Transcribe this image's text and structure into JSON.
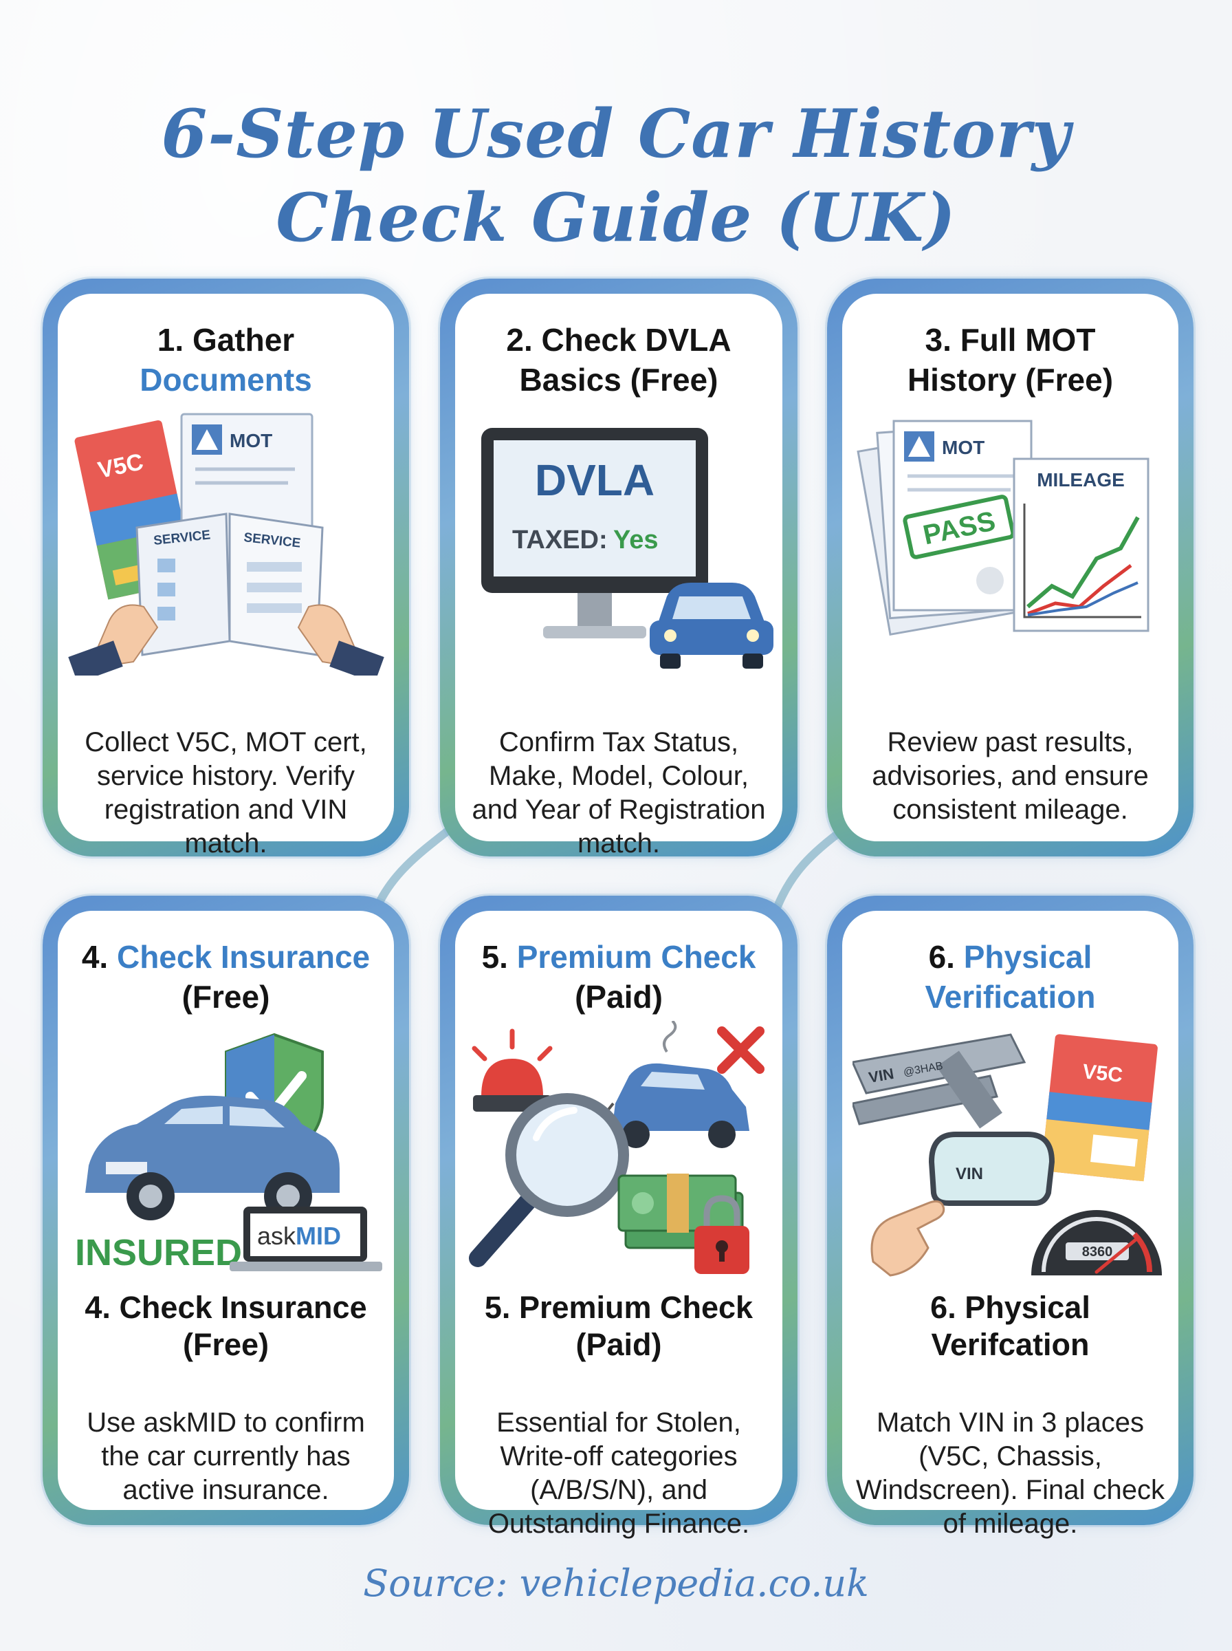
{
  "title": {
    "line1": "6-Step Used Car History",
    "line2": "Check Guide (UK)"
  },
  "steps": [
    {
      "number": "1.",
      "title_a": "Gather",
      "title_b": "Documents",
      "art": {
        "v5c": "V5C",
        "mot": "MOT",
        "service1": "SERVICE",
        "service2": "SERVICE"
      },
      "description": "Collect V5C, MOT cert, service history. Verify registration and VIN match."
    },
    {
      "number": "2.",
      "title_a": "Check DVLA",
      "title_b": "Basics (Free)",
      "art": {
        "screen_title": "DVLA",
        "taxed_label": "TAXED:",
        "taxed_value": "Yes"
      },
      "description": "Confirm Tax Status, Make, Model, Colour, and Year of Registration match."
    },
    {
      "number": "3.",
      "title_a": "Full MOT",
      "title_b": "History (Free)",
      "art": {
        "mot": "MOT",
        "stamp": "PASS",
        "chart": "MILEAGE"
      },
      "description": "Review past results, advisories, and ensure consistent mileage."
    },
    {
      "number": "4.",
      "title_a": "Check Insurance",
      "title_b": "(Free)",
      "art": {
        "insured": "INSURED",
        "ask": "ask",
        "mid": "MID"
      },
      "subtitle_a": "4. Check Insurance",
      "subtitle_b": "(Free)",
      "description": "Use askMID to confirm the car currently has active insurance."
    },
    {
      "number": "5.",
      "title_a": "Premium Check",
      "title_b": "(Paid)",
      "art": {},
      "subtitle_a": "5. Premium Check",
      "subtitle_b": "(Paid)",
      "description": "Essential for Stolen, Write-off categories (A/B/S/N), and Outstanding Finance."
    },
    {
      "number": "6.",
      "title_a": "Physical",
      "title_b": "Verification",
      "art": {
        "chassis_vin": "VIN",
        "chassis_code": "@3HAB",
        "screen_vin": "VIN",
        "v5c": "V5C",
        "odometer": "8360"
      },
      "subtitle_a": "6. Physical",
      "subtitle_b": "Verifcation",
      "description": "Match VIN in 3 places (V5C, Chassis, Windscreen). Final check of mileage."
    }
  ],
  "source": "Source: vehiclepedia.co.uk",
  "colors": {
    "title_blue": "#3f73b3",
    "accent_blue": "#3b7fc6",
    "green": "#3a9a4c",
    "red": "#d93b36"
  }
}
